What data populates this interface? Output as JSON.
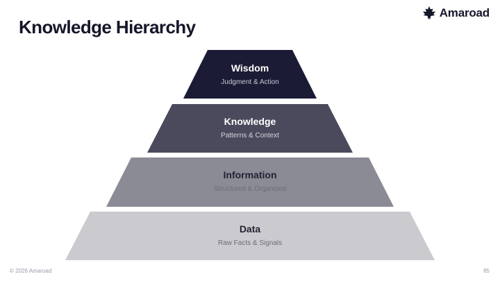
{
  "slide": {
    "title": "Knowledge Hierarchy",
    "brand": "Amaroad",
    "logo_icon": "maple-leaf-icon",
    "footer_copyright": "© 2026 Amaroad",
    "page_number": "85"
  },
  "pyramid": {
    "levels": [
      {
        "name": "Wisdom",
        "description": "Judgment & Action",
        "fill": "#1b1b35",
        "name_color": "#ffffff",
        "desc_color": "#c9c9d6"
      },
      {
        "name": "Knowledge",
        "description": "Patterns & Context",
        "fill": "#4a4a5c",
        "name_color": "#ffffff",
        "desc_color": "#d6d6df"
      },
      {
        "name": "Information",
        "description": "Structured & Organized",
        "fill": "#8b8b96",
        "name_color": "#222232",
        "desc_color": "#6d6d78"
      },
      {
        "name": "Data",
        "description": "Raw Facts & Signals",
        "fill": "#cbcbcf",
        "name_color": "#222232",
        "desc_color": "#6b6b74"
      }
    ]
  }
}
